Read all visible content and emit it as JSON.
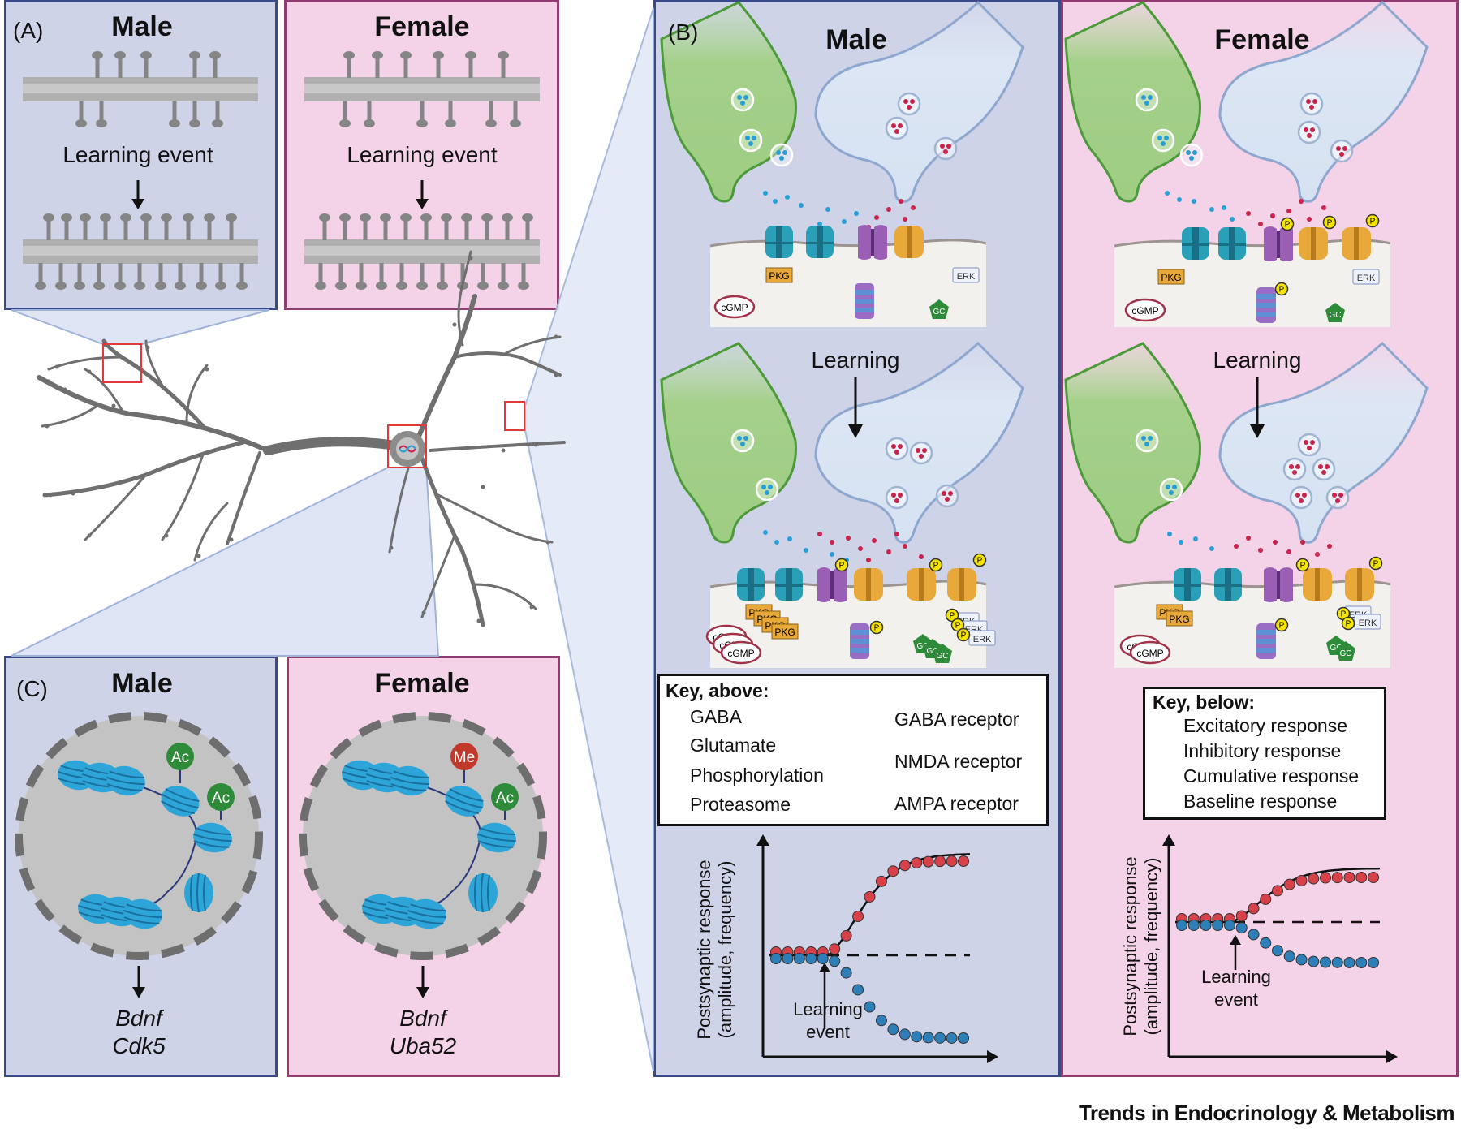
{
  "colors": {
    "male_bg": "#cfd3e8",
    "female_bg": "#f4d2e7",
    "gaba": "#2a9fd6",
    "glutamate": "#c8244c",
    "phospho": "#f5e400",
    "excitatory": "#d8404a",
    "inhibitory": "#2e7fb8"
  },
  "panel_a": {
    "label": "(A)",
    "male_title": "Male",
    "female_title": "Female",
    "event_text": "Learning event"
  },
  "panel_b": {
    "label": "(B)",
    "male_title": "Male",
    "female_title": "Female",
    "learning_text": "Learning",
    "molecules": {
      "pkg": "PKG",
      "erk": "ERK",
      "cgmp": "cGMP",
      "gc": "GC",
      "p": "P"
    },
    "key_above": {
      "title": "Key, above:",
      "items": [
        "GABA",
        "Glutamate",
        "Phosphorylation",
        "Proteasome",
        "GABA receptor",
        "NMDA receptor",
        "AMPA receptor"
      ]
    },
    "key_below": {
      "title": "Key, below:",
      "items": [
        "Excitatory response",
        "Inhibitory response",
        "Cumulative response",
        "Baseline response"
      ]
    },
    "graph": {
      "ylabel_line1": "Postsynaptic response",
      "ylabel_line2": "(amplitude, frequency)",
      "event_line1": "Learning",
      "event_line2": "event"
    }
  },
  "panel_c": {
    "label": "(C)",
    "male_title": "Male",
    "female_title": "Female",
    "ac": "Ac",
    "me": "Me",
    "male_genes": [
      "Bdnf",
      "Cdk5"
    ],
    "female_genes": [
      "Bdnf",
      "Uba52"
    ]
  },
  "footer": "Trends in Endocrinology & Metabolism"
}
